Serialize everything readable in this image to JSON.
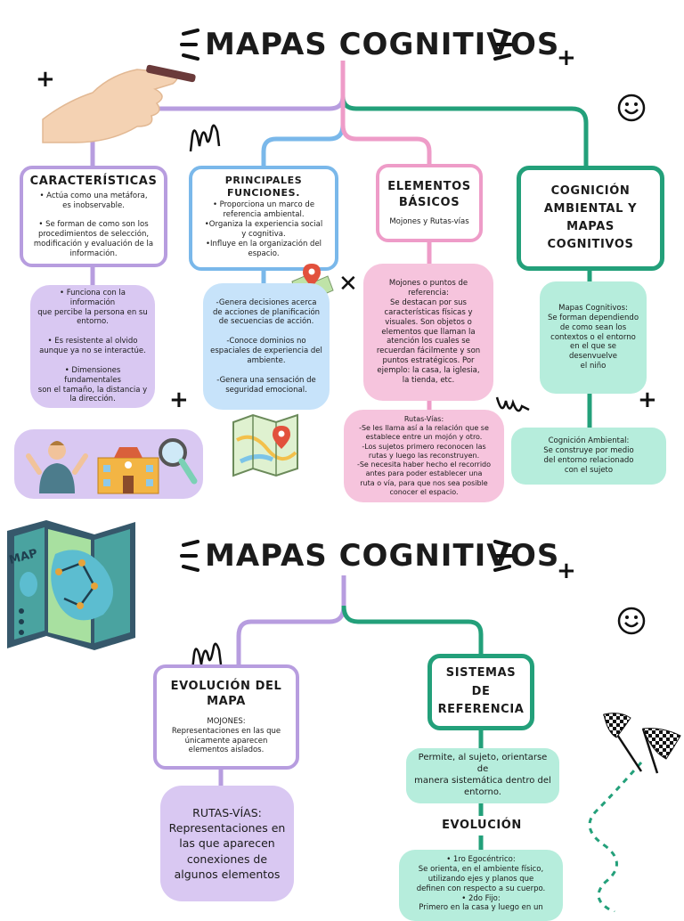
{
  "colors": {
    "purple": "#b79ddf",
    "purple_fill": "#d9c8f2",
    "blue": "#7ab8ea",
    "blue_fill": "#c7e3fa",
    "pink": "#ee9cc8",
    "pink_fill": "#f6c4dd",
    "green": "#23a07a",
    "green_fill": "#b6eddc"
  },
  "top": {
    "title": "MAPAS COGNITIVOS",
    "caracteristicas": {
      "title": "CARACTERÍSTICAS",
      "text": "• Actúa como una metáfora,\nes inobservable.\n\n• Se forman de como son los\nprocedimientos de selección,\nmodificación y evaluación de la\ninformación.",
      "detail": "• Funciona con la información\nque percibe la persona en su\nentorno.\n\n• Es resistente al olvido\naunque ya no se interactúe.\n\n• Dimensiones fundamentales\nson el tamaño, la distancia y\nla dirección."
    },
    "funciones": {
      "title": "PRINCIPALES\nFUNCIONES.",
      "text": "• Proporciona un marco de\nreferencia ambiental.\n•Organiza la experiencia social\ny cognitiva.\n•Influye en la organización del\nespacio.",
      "detail": "-Genera decisiones acerca\nde acciones de planificación\nde secuencias de acción.\n\n-Conoce dominios no\nespaciales de experiencia del\nambiente.\n\n-Genera una sensación de\nseguridad emocional."
    },
    "elementos": {
      "title": "ELEMENTOS\nBÁSICOS",
      "text": "Mojones y Rutas-vías",
      "mojones": "Mojones o puntos de\nreferencia:\nSe destacan por sus\ncaracterísticas físicas y\nvisuales. Son objetos o\nelementos que llaman la\natención los cuales se\nrecuerdan fácilmente y son\npuntos estratégicos. Por\nejemplo: la casa, la iglesia,\nla tienda, etc.",
      "rutas": "Rutas-Vías:\n-Se les llama así a la relación que se\nestablece entre un mojón y otro.\n-Los sujetos primero reconocen las\nrutas y luego las reconstruyen.\n-Se necesita haber hecho el recorrido\nantes para poder establecer una\nruta o vía, para que nos sea posible\nconocer el espacio."
    },
    "cognicion": {
      "title": "COGNICIÓN\nAMBIENTAL Y\nMAPAS\nCOGNITIVOS",
      "mapas": "Mapas Cognitivos:\nSe forman dependiendo\nde como sean los\ncontextos o el entorno\nen el que se desenvuelve\nel niño",
      "ambiental": "Cognición Ambiental:\nSe construye por medio\ndel entorno relacionado\ncon el sujeto"
    }
  },
  "bottom": {
    "title": "MAPAS COGNITIVOS",
    "evolucion_mapa": {
      "title": "EVOLUCIÓN DEL MAPA",
      "text": "MOJONES:\nRepresentaciones en las que\núnicamente aparecen\nelementos aislados.",
      "rutas": "RUTAS-VÍAS:\nRepresentaciones en\nlas que aparecen\nconexiones de\nalgunos elementos"
    },
    "sistemas": {
      "title": "SISTEMAS DE\nREFERENCIA",
      "text": "Permite, al sujeto, orientarse de\nmanera sistemática dentro del\nentorno.",
      "evolucion_title": "EVOLUCIÓN",
      "evolucion_text": "• 1ro Egocéntrico:\nSe orienta, en el ambiente físico,\nutilizando ejes y planos que\ndefinen con respecto a su cuerpo.\n• 2do Fijo:\nPrimero en la casa y luego en un"
    },
    "map_label": "MAP"
  },
  "icons": [
    "hand-with-pencil-icon",
    "smiley-icon",
    "sparkle-icon",
    "plus-icon",
    "location-pin-icon",
    "folded-map-icon",
    "checkered-flags-icon",
    "person-icon",
    "school-building-icon",
    "magnifier-icon",
    "squiggle-icon"
  ]
}
